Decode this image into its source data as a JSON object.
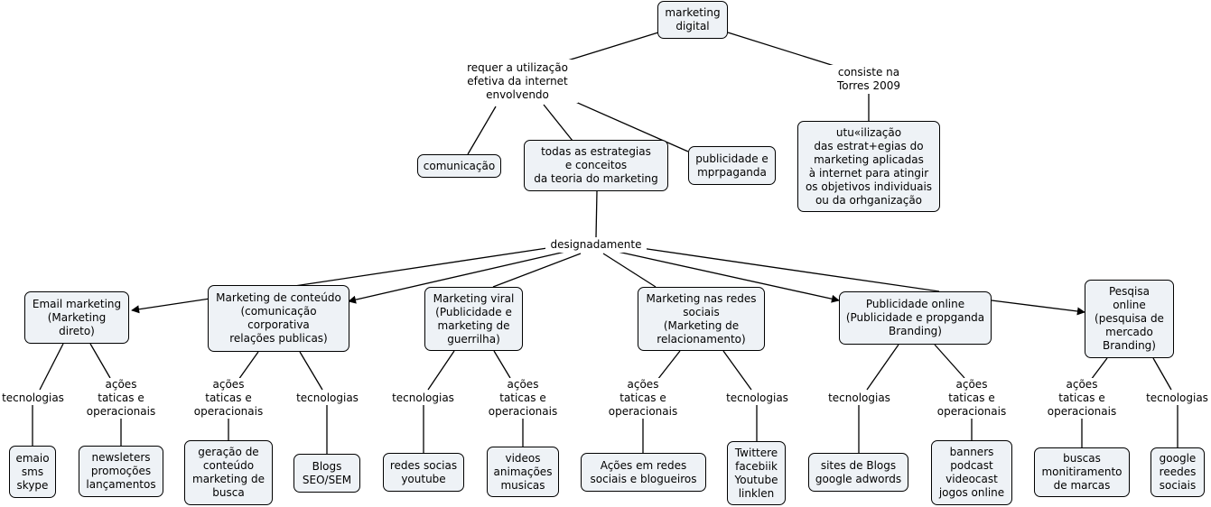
{
  "nodes": {
    "root": "marketing\ndigital",
    "comunicacao": "comunicação",
    "estrategias": "todas as estrategias\ne conceitos\nda  teoria do marketing",
    "publicidade_propaganda": "publicidade e\nmprpaganda",
    "definicao": "utu«ilização\ndas estrat+egias do\nmarketing aplicadas\nà internet para atingir\nos objetivos individuais\nou da orhganização",
    "email": "Email marketing\n(Marketing\ndireto)",
    "conteudo": "Marketing de conteúdo\n(comunicação\ncorporativa\nrelações publicas)",
    "viral": "Marketing viral\n(Publicidade e\nmarketing de\nguerrilha)",
    "redes": "Marketing nas redes\nsociais\n(Marketing de\nrelacionamento)",
    "pub_online": "Publicidade online\n(Publicidade e propganda\nBranding)",
    "pesquisa": "Pesqisa\nonline\n(pesquisa de\nmercado\nBranding)",
    "email_tec": "emaio\nsms\nskype",
    "email_acoes": "newsleters\npromoções\nlançamentos",
    "conteudo_acoes": "geração de\nconteúdo\nmarketing de\nbusca",
    "conteudo_tec": "Blogs\nSEO/SEM",
    "viral_tec": "redes socias\nyoutube",
    "viral_acoes": "videos\nanimações\nmusicas",
    "redes_acoes": "Ações em redes\nsociais e blogueiros",
    "redes_tec": "Twittere\nfacebiik\nYoutube\nlinklen",
    "pub_tec": "sites de Blogs\ngoogle adwords",
    "pub_acoes": "banners\npodcast\nvideocast\njogos online",
    "pesquisa_acoes": "buscas\nmonitiramento\nde marcas",
    "pesquisa_tec": "google\nreedes\nsociais"
  },
  "links": {
    "requer": "requer a utilização\nefetiva da internet\nenvolvendo",
    "consiste": "consiste na\nTorres 2009",
    "designadamente": "designadamente",
    "email_tec": "tecnologias",
    "email_acoes": "ações\ntaticas e\noperacionais",
    "conteudo_acoes": "ações\ntaticas e\noperacionais",
    "conteudo_tec": "tecnologias",
    "viral_tec": "tecnologias",
    "viral_acoes": "ações\ntaticas e\noperacionais",
    "redes_acoes": "ações\ntaticas e\noperacionais",
    "redes_tec": "tecnologias",
    "pub_tec": "tecnologias",
    "pub_acoes": "ações\ntaticas e\noperacionais",
    "pesquisa_acoes": "ações\ntaticas e\noperacionais",
    "pesquisa_tec": "tecnologias"
  },
  "colors": {
    "node_fill": "#eef2f6",
    "stroke": "#000000"
  }
}
